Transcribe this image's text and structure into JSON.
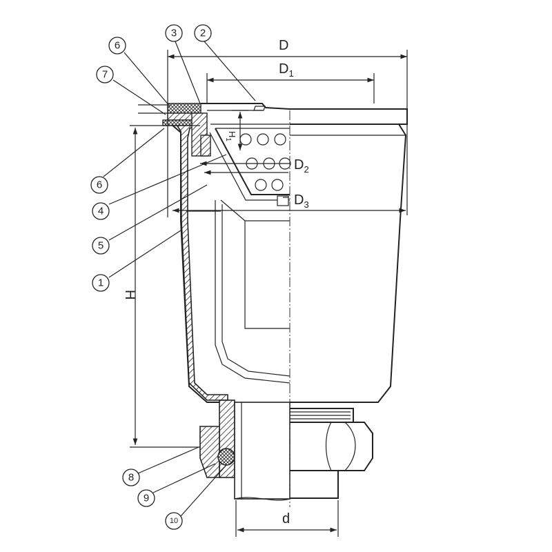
{
  "dimensions": {
    "D": "D",
    "D1": {
      "main": "D",
      "sub": "1"
    },
    "D2": {
      "main": "D",
      "sub": "2"
    },
    "D3": {
      "main": "D",
      "sub": "3"
    },
    "H": "H",
    "H1": {
      "main": "H",
      "sub": "1"
    },
    "d": "d"
  },
  "callouts": {
    "c1": "1",
    "c2": "2",
    "c3": "3",
    "c4": "4",
    "c5": "5",
    "c6_top": "6",
    "c6_low": "6",
    "c7": "7",
    "c8": "8",
    "c9": "9",
    "c10": "10"
  }
}
